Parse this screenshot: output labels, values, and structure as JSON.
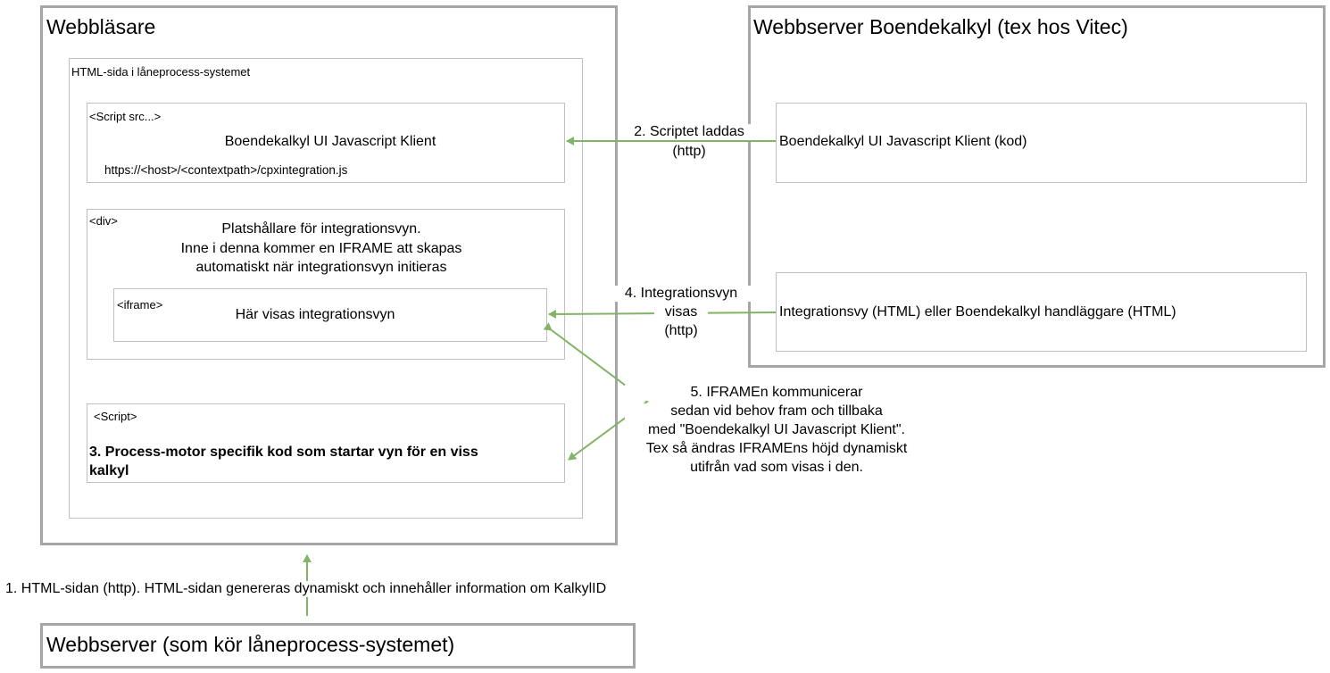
{
  "browser": {
    "title": "Webbläsare",
    "html_page": {
      "title": "HTML-sida i låneprocess-systemet",
      "script_src": {
        "tag": "<Script src...>",
        "name": "Boendekalkyl UI Javascript Klient",
        "url": "https://<host>/<contextpath>/cpxintegration.js"
      },
      "div": {
        "tag": "<div>",
        "lines": [
          "Platshållare för integrationsvyn.",
          "Inne i denna kommer en IFRAME att skapas",
          "automatiskt när integrationsvyn initieras"
        ],
        "iframe": {
          "tag": "<iframe>",
          "text": "Här visas integrationsvyn"
        }
      },
      "script": {
        "tag": "<Script>",
        "lines": [
          "3. Process-motor specifik kod som startar vyn för en viss",
          "kalkyl"
        ]
      }
    }
  },
  "boendekalkyl_server": {
    "title": "Webbserver Boendekalkyl (tex hos Vitec)",
    "client_code": "Boendekalkyl UI Javascript Klient (kod)",
    "integration_view": "Integrationsvy (HTML) eller Boendekalkyl handläggare (HTML)"
  },
  "loan_server": {
    "title": "Webbserver (som kör låneprocess-systemet)"
  },
  "edges": {
    "step1": "1. HTML-sidan (http). HTML-sidan genereras dynamiskt och innehåller information om KalkylID",
    "step2": [
      "2. Scriptet laddas",
      "(http)"
    ],
    "step4": [
      "4. Integrationsvyn",
      "visas",
      "(http)"
    ],
    "step5": [
      "5. IFRAMEn kommunicerar",
      "sedan vid behov fram och tillbaka",
      "med  \"Boendekalkyl UI Javascript Klient\".",
      "Tex så ändras IFRAMEns höjd dynamiskt",
      "utifrån vad som visas i den."
    ]
  },
  "colors": {
    "edge": "#82b366",
    "thick_border": "#a6a6a6",
    "thin_border": "#bfbfbf"
  }
}
